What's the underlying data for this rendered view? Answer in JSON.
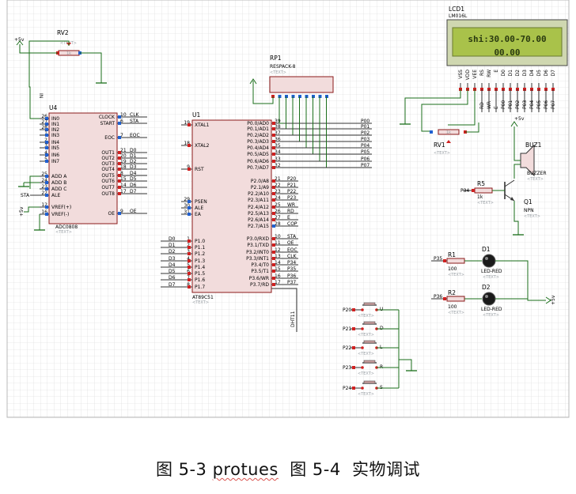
{
  "caption": {
    "fig_left": "图 5-3 ",
    "fig_left_word": "protues",
    "fig_right": "  图 5-4  实物调试"
  },
  "colors": {
    "grid": "#d7d7d7",
    "chip": "#f2dcdc",
    "chip_border": "#8b1a1a",
    "wire": "#1a6e1a",
    "lcd_screen": "#a9c24a"
  },
  "tag_text": "<TEXT>",
  "lcd": {
    "ref": "LCD1",
    "model": "LM016L",
    "line1": "shi:30.00-70.00",
    "line2": "00.00",
    "pins": [
      "VSS",
      "VDD",
      "VEE",
      "RS",
      "RW",
      "E",
      "D0",
      "D1",
      "D2",
      "D3",
      "D4",
      "D5",
      "D6",
      "D7"
    ]
  },
  "rv2": {
    "ref": "RV2",
    "value": "1k"
  },
  "rv1": {
    "ref": "RV1",
    "value": "1k"
  },
  "power_label": "+5v",
  "rp1": {
    "ref": "RP1",
    "model": "RESPACK-8"
  },
  "u4": {
    "ref": "U4",
    "model": "ADC0808",
    "left_pins": [
      {
        "n": "26",
        "name": "IN0"
      },
      {
        "n": "27",
        "name": "IN1"
      },
      {
        "n": "28",
        "name": "IN2"
      },
      {
        "n": "1",
        "name": "IN3"
      },
      {
        "n": "2",
        "name": "IN4"
      },
      {
        "n": "3",
        "name": "IN5"
      },
      {
        "n": "4",
        "name": "IN6"
      },
      {
        "n": "5",
        "name": "IN7"
      },
      {
        "n": "25",
        "name": "ADD A"
      },
      {
        "n": "24",
        "name": "ADD B"
      },
      {
        "n": "23",
        "name": "ADD C"
      },
      {
        "n": "22",
        "name": "ALE"
      },
      {
        "n": "12",
        "name": "VREF(+)"
      },
      {
        "n": "16",
        "name": "VREF(-)"
      }
    ],
    "right_pins": [
      {
        "n": "10",
        "name": "CLOCK",
        "net": "CLK"
      },
      {
        "n": "6",
        "name": "START",
        "net": "STA"
      },
      {
        "n": "7",
        "name": "EOC",
        "net": "EOC"
      },
      {
        "n": "21",
        "name": "OUT1",
        "net": "D0"
      },
      {
        "n": "20",
        "name": "OUT2",
        "net": "D1"
      },
      {
        "n": "19",
        "name": "OUT3",
        "net": "D2"
      },
      {
        "n": "18",
        "name": "OUT4",
        "net": "D3"
      },
      {
        "n": "8",
        "name": "OUT5",
        "net": "D4"
      },
      {
        "n": "15",
        "name": "OUT6",
        "net": "D5"
      },
      {
        "n": "14",
        "name": "OUT7",
        "net": "D6"
      },
      {
        "n": "17",
        "name": "OUT8",
        "net": "D7"
      },
      {
        "n": "9",
        "name": "OE",
        "net": "OE"
      }
    ],
    "sta_net": "STA",
    "in0_net": "IN"
  },
  "u1": {
    "ref": "U1",
    "model": "AT89C51",
    "left_pins": [
      {
        "n": "19",
        "name": "XTAL1"
      },
      {
        "n": "18",
        "name": "XTAL2"
      },
      {
        "n": "9",
        "name": "RST"
      },
      {
        "n": "29",
        "name": "PSEN"
      },
      {
        "n": "30",
        "name": "ALE"
      },
      {
        "n": "31",
        "name": "EA"
      },
      {
        "n": "1",
        "name": "P1.0",
        "net": "D0"
      },
      {
        "n": "2",
        "name": "P1.1",
        "net": "D1"
      },
      {
        "n": "3",
        "name": "P1.2",
        "net": "D2"
      },
      {
        "n": "4",
        "name": "P1.3",
        "net": "D3"
      },
      {
        "n": "5",
        "name": "P1.4",
        "net": "D4"
      },
      {
        "n": "6",
        "name": "P1.5",
        "net": "D5"
      },
      {
        "n": "7",
        "name": "P1.6",
        "net": "D6"
      },
      {
        "n": "8",
        "name": "P1.7",
        "net": "D7"
      }
    ],
    "right_pins": [
      {
        "n": "39",
        "name": "P0.0/AD0",
        "net": "P00"
      },
      {
        "n": "38",
        "name": "P0.1/AD1",
        "net": "P01"
      },
      {
        "n": "37",
        "name": "P0.2/AD2",
        "net": "P02"
      },
      {
        "n": "36",
        "name": "P0.3/AD3",
        "net": "P03"
      },
      {
        "n": "35",
        "name": "P0.4/AD4",
        "net": "P04"
      },
      {
        "n": "34",
        "name": "P0.5/AD5",
        "net": "P05"
      },
      {
        "n": "33",
        "name": "P0.6/AD6",
        "net": "P06"
      },
      {
        "n": "32",
        "name": "P0.7/AD7",
        "net": "P07"
      },
      {
        "n": "21",
        "name": "P2.0/A8",
        "net": "P20"
      },
      {
        "n": "22",
        "name": "P2.1/A9",
        "net": "P21"
      },
      {
        "n": "23",
        "name": "P2.2/A10",
        "net": "P22"
      },
      {
        "n": "24",
        "name": "P2.3/A11",
        "net": "P23"
      },
      {
        "n": "25",
        "name": "P2.4/A12",
        "net": "WR"
      },
      {
        "n": "26",
        "name": "P2.5/A13",
        "net": "RD"
      },
      {
        "n": "27",
        "name": "P2.6/A14",
        "net": "E"
      },
      {
        "n": "28",
        "name": "P2.7/A15",
        "net": "COP"
      },
      {
        "n": "10",
        "name": "P3.0/RXD",
        "net": "STA"
      },
      {
        "n": "11",
        "name": "P3.1/TXD",
        "net": "OE"
      },
      {
        "n": "12",
        "name": "P3.2/INT0",
        "net": "EOC"
      },
      {
        "n": "13",
        "name": "P3.3/INT1",
        "net": "CLK"
      },
      {
        "n": "14",
        "name": "P3.4/T0",
        "net": "P34"
      },
      {
        "n": "15",
        "name": "P3.5/T1",
        "net": "P35"
      },
      {
        "n": "16",
        "name": "P3.6/WR",
        "net": "P36"
      },
      {
        "n": "17",
        "name": "P3.7/RD",
        "net": "P37"
      }
    ]
  },
  "p0_nets": [
    "P00",
    "P01",
    "P02",
    "P03",
    "P04",
    "P05",
    "P06",
    "P07"
  ],
  "dht_label": "DHT11",
  "lcd_bus": [
    "RD",
    "WR",
    "E",
    "P00",
    "P01",
    "P02",
    "P03",
    "P04",
    "P05",
    "P06",
    "P07"
  ],
  "buzzer": {
    "ref": "BUZ1",
    "model": "BUZZER"
  },
  "r5": {
    "ref": "R5",
    "value": "1k",
    "net": "P34"
  },
  "q1": {
    "ref": "Q1",
    "model": "NPN"
  },
  "r1": {
    "ref": "R1",
    "value": "100",
    "net": "P35"
  },
  "r2": {
    "ref": "R2",
    "value": "100",
    "net": "P36"
  },
  "d1": {
    "ref": "D1",
    "model": "LED-RED"
  },
  "d2": {
    "ref": "D2",
    "model": "LED-RED"
  },
  "buttons": [
    {
      "net": "P20",
      "letter": "U"
    },
    {
      "net": "P21",
      "letter": "D"
    },
    {
      "net": "P22",
      "letter": "L"
    },
    {
      "net": "P23",
      "letter": "R"
    },
    {
      "net": "P24",
      "letter": "S"
    }
  ]
}
